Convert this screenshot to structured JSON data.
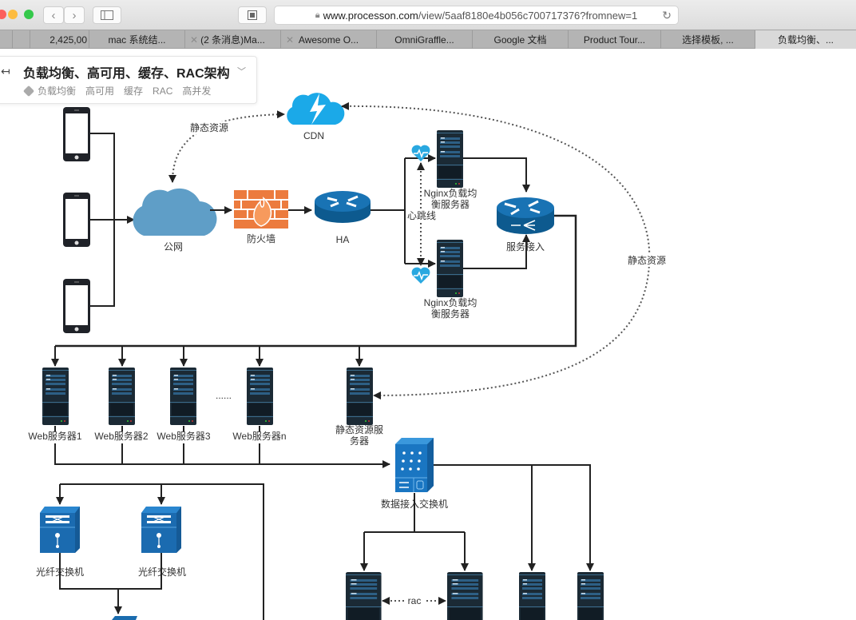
{
  "browser": {
    "url_host": "www.processon.com",
    "url_path": "/view/5aaf8180e4b056c700717376?fromnew=1",
    "tabs": [
      {
        "label": "2,425,00",
        "active": false
      },
      {
        "label": "mac 系统结...",
        "active": false
      },
      {
        "label": "(2 条消息)Ma...",
        "active": false
      },
      {
        "label": "Awesome O...",
        "active": false
      },
      {
        "label": "OmniGraffle...",
        "active": false
      },
      {
        "label": "Google 文档",
        "active": false
      },
      {
        "label": "Product Tour...",
        "active": false
      },
      {
        "label": "选择模板, ...",
        "active": false
      },
      {
        "label": "负载均衡、...",
        "active": true
      }
    ]
  },
  "doc": {
    "title": "负载均衡、高可用、缓存、RAC架构",
    "tags": [
      "负载均衡",
      "高可用",
      "缓存",
      "RAC",
      "高并发"
    ]
  },
  "diagram": {
    "nodes": {
      "cdn": "CDN",
      "internet": "公网",
      "firewall": "防火墙",
      "ha": "HA",
      "nginx1": [
        "Nginx负载均",
        "衡服务器"
      ],
      "nginx2": [
        "Nginx负载均",
        "衡服务器"
      ],
      "service_access": "服务接入",
      "web1": "Web服务器1",
      "web2": "Web服务器2",
      "web3": "Web服务器3",
      "ellipsis": "......",
      "webn": "Web服务器n",
      "static_server": [
        "静态资源服",
        "务器"
      ],
      "data_switch": "数据接入交换机",
      "fiber1": "光纤交换机",
      "fiber2": "光纤交换机"
    },
    "edge_labels": {
      "static_left": "静态资源",
      "static_right": "静态资源",
      "heartbeat": "心跳线",
      "rac": "rac"
    }
  }
}
